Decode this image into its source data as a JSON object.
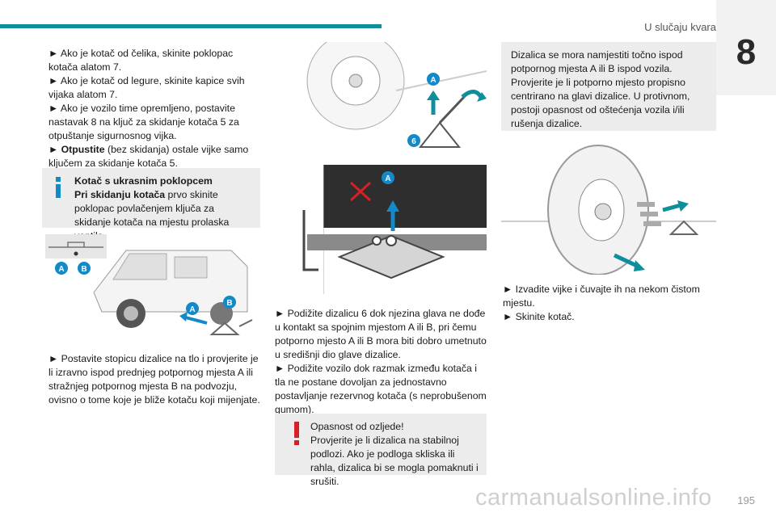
{
  "header": {
    "title": "U slučaju kvara",
    "chapter": "8"
  },
  "col1": {
    "bullets": [
      {
        "mark": "►",
        "text": "Ako je kotač od čelika, skinite poklopac kotača alatom 7."
      },
      {
        "mark": "►",
        "text": "Ako je kotač od legure, skinite kapice svih vijaka alatom 7."
      },
      {
        "mark": "►",
        "text": "Ako je vozilo time opremljeno, postavite nastavak 8 na ključ za skidanje kotača 5 za otpuštanje sigurnosnog vijka."
      },
      {
        "mark": "►",
        "bold": "Otpustite",
        "text": " (bez skidanja) ostale vijke samo ključem za skidanje kotača 5."
      }
    ],
    "info": {
      "title": "Kotač s ukrasnim poklopcem",
      "bold": "Pri skidanju kotača",
      "text": " prvo skinite poklopac povlačenjem ključa za skidanje kotača na mjestu prolaska ventila."
    },
    "figure_labels": [
      "A",
      "B",
      "A",
      "B"
    ],
    "bullet_after": {
      "mark": "►",
      "text": "Postavite stopicu dizalice na tlo i provjerite je li izravno ispod prednjeg potpornog mjesta A ili stražnjeg potpornog mjesta B na podvozju, ovisno o tome koje je bliže kotaču koji mijenjate."
    }
  },
  "col2": {
    "figure_top_labels": [
      "A",
      "6"
    ],
    "figure_mid_labels": [
      "A"
    ],
    "bullets": [
      {
        "mark": "►",
        "text": "Podižite dizalicu 6 dok njezina glava ne dođe u kontakt sa spojnim mjestom A ili B, pri čemu potporno mjesto A ili B mora biti dobro umetnuto u središnji dio glave dizalice."
      },
      {
        "mark": "►",
        "text": "Podižite vozilo dok razmak između kotača i tla ne postane dovoljan za jednostavno postavljanje rezervnog kotača (s neprobušenom gumom)."
      }
    ],
    "warning": {
      "title": "Opasnost od ozljede!",
      "text": "Provjerite je li dizalica na stabilnoj podlozi. Ako je podloga skliska ili rahla, dizalica bi se mogla pomaknuti i srušiti."
    }
  },
  "col3": {
    "note": "Dizalica se mora namjestiti točno ispod potpornog mjesta A ili B ispod vozila. Provjerite je li potporno mjesto propisno centrirano na glavi dizalice. U protivnom, postoji opasnost od oštećenja vozila i/ili rušenja dizalice.",
    "bullets": [
      {
        "mark": "►",
        "text": "Izvadite vijke i čuvajte ih na nekom čistom mjestu."
      },
      {
        "mark": "►",
        "text": "Skinite kotač."
      }
    ]
  },
  "footer": {
    "page": "195",
    "watermark": "carmanualsonline.info"
  },
  "colors": {
    "accent": "#0f8f9c",
    "label": "#1389c7",
    "warning": "#d81f26"
  }
}
